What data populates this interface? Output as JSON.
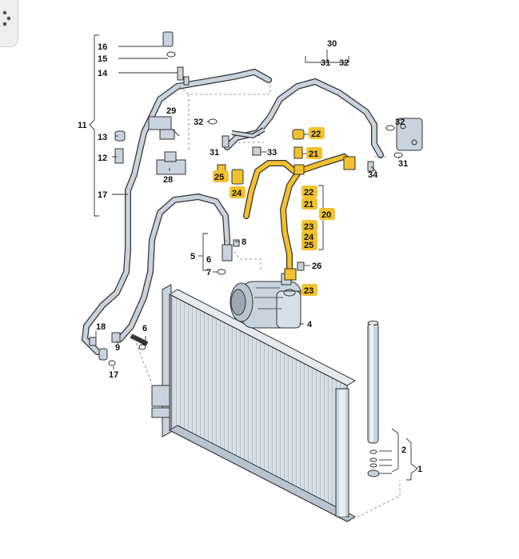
{
  "diagram": {
    "accent_highlight": "#f2c12e",
    "part_color": "#c9d3dd",
    "line_color": "#333333",
    "labels": {
      "p1": "1",
      "p2": "2",
      "p4": "4",
      "p5": "5",
      "p6a": "6",
      "p6b": "6",
      "p7": "7",
      "p8": "8",
      "p9": "9",
      "p11": "11",
      "p12": "12",
      "p13": "13",
      "p14": "14",
      "p15": "15",
      "p16": "16",
      "p17a": "17",
      "p17b": "17",
      "p18": "18",
      "p20": "20",
      "p21a": "21",
      "p21b": "21",
      "p22a": "22",
      "p22b": "22",
      "p23a": "23",
      "p23b": "23",
      "p24a": "24",
      "p24b": "24",
      "p25a": "25",
      "p25b": "25",
      "p26": "26",
      "p28": "28",
      "p29": "29",
      "p30": "30",
      "p31a": "31",
      "p31b": "31",
      "p31c": "31",
      "p32a": "32",
      "p32b": "32",
      "p32c": "32",
      "p33": "33",
      "p34": "34"
    }
  }
}
